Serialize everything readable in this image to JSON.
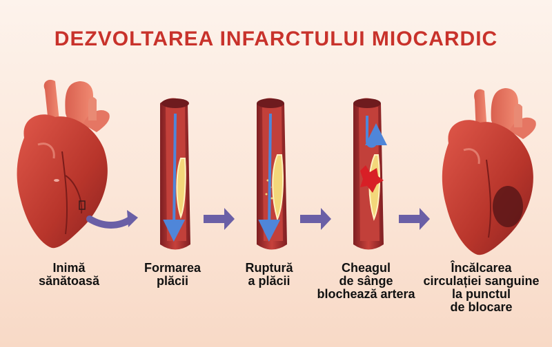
{
  "title": "DEZVOLTAREA INFARCTULUI MIOCARDIC",
  "stages": [
    {
      "lines": [
        "Inimă",
        "sănătoasă"
      ],
      "illustration": "healthy-heart-icon"
    },
    {
      "lines": [
        "Formarea",
        "plăcii"
      ],
      "illustration": "artery-plaque-icon"
    },
    {
      "lines": [
        "Ruptură",
        "a plăcii"
      ],
      "illustration": "artery-rupture-icon"
    },
    {
      "lines": [
        "Cheagul",
        "de sânge",
        "blochează artera"
      ],
      "illustration": "artery-clot-icon"
    },
    {
      "lines": [
        "Încălcarea",
        "circulației sanguine",
        "la punctul",
        "de blocare"
      ],
      "illustration": "damaged-heart-icon"
    }
  ],
  "colors": {
    "title": "#c8322b",
    "heart": "#b8352b",
    "artery": "#a02a2a",
    "plaque": "#f3d77a",
    "flow_arrow": "#4f86d9",
    "step_arrow": "#6a5fa6",
    "clot": "#d81f26"
  }
}
